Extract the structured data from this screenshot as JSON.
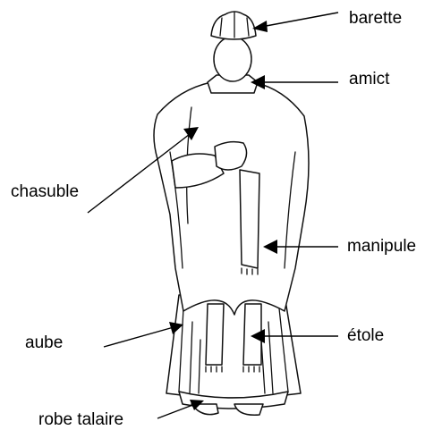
{
  "labels": {
    "barette": "barette",
    "amict": "amict",
    "chasuble": "chasuble",
    "manipule": "manipule",
    "etole": "étole",
    "aube": "aube",
    "robe_talaire": "robe talaire"
  }
}
